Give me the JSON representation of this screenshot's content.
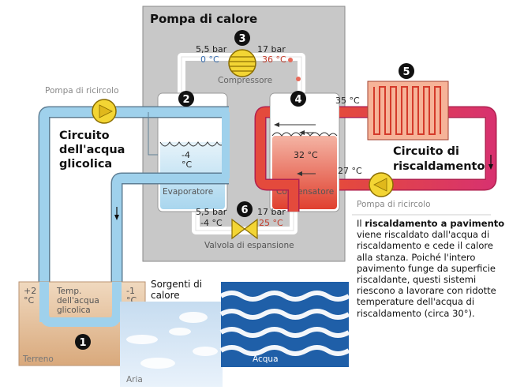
{
  "title": "Pompa di calore",
  "markers": [
    "1",
    "2",
    "3",
    "4",
    "5",
    "6"
  ],
  "compressor": {
    "label": "Compressore",
    "left_pressure": "5,5 bar",
    "left_temp": "0 °C",
    "right_pressure": "17 bar",
    "right_temp": "36 °C"
  },
  "evaporator": {
    "label": "Evaporatore",
    "temp_line1": "-4",
    "temp_line2": "°C"
  },
  "condenser": {
    "label": "Condensatore",
    "temp": "32 °C"
  },
  "expansion_valve": {
    "label": "Valvola di espansione",
    "left_pressure": "5,5 bar",
    "left_temp": "-4 °C",
    "right_pressure": "17 bar",
    "right_temp": "25 °C"
  },
  "pumps": {
    "left": "Pompa di ricircolo",
    "right": "Pompa di ricircolo"
  },
  "glycol_circuit": {
    "line1": "Circuito",
    "line2": "dell'acqua",
    "line3": "glicolica"
  },
  "heating_circuit": {
    "line1": "Circuito di",
    "line2": "riscaldamento",
    "supply_temp": "35 °C",
    "return_temp": "27 °C"
  },
  "ground": {
    "label": "Terreno",
    "temp_left_line1": "+2",
    "temp_left_line2": "°C",
    "temp_right_line1": "-1",
    "temp_right_line2": "°C",
    "water_temp_line1": "Temp.",
    "water_temp_line2": "dell'acqua",
    "water_temp_line3": "glicolica"
  },
  "sources": {
    "title_line1": "Sorgenti di",
    "title_line2": "calore",
    "air": "Aria",
    "water": "Acqua"
  },
  "description": {
    "p1": "Il ",
    "bold": "riscaldamento a pavimento",
    "p2": " viene riscaldato dall'acqua di riscaldamento e  cede il calore alla stanza. Poiché l'intero pavimento funge da superficie riscaldante, questi sistemi riescono a lavorare con ridotte temperature dell'acqua di riscaldamento (circa 30°)."
  },
  "colors": {
    "panel": "#c8c8c8",
    "glycol_pipe": "#9fd1ec",
    "heating_pipe": "#d8326e",
    "hot_fluid": "#e44a3c",
    "pump": "#f3d534",
    "floor_heater": "#f6b398"
  }
}
